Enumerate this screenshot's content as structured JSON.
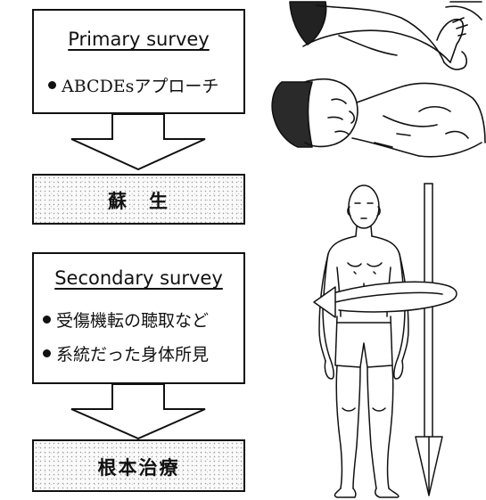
{
  "primary": {
    "title": "Primary survey",
    "bullet": "ABCDEsアプローチ"
  },
  "resuscitation": {
    "label": "蘇　生"
  },
  "secondary": {
    "title": "Secondary survey",
    "bullets": [
      "受傷機転の聴取など",
      "系統だった身体所見"
    ]
  },
  "definitive": {
    "label": "根本治療"
  },
  "colors": {
    "ink": "#111111",
    "paper": "#ffffff"
  }
}
